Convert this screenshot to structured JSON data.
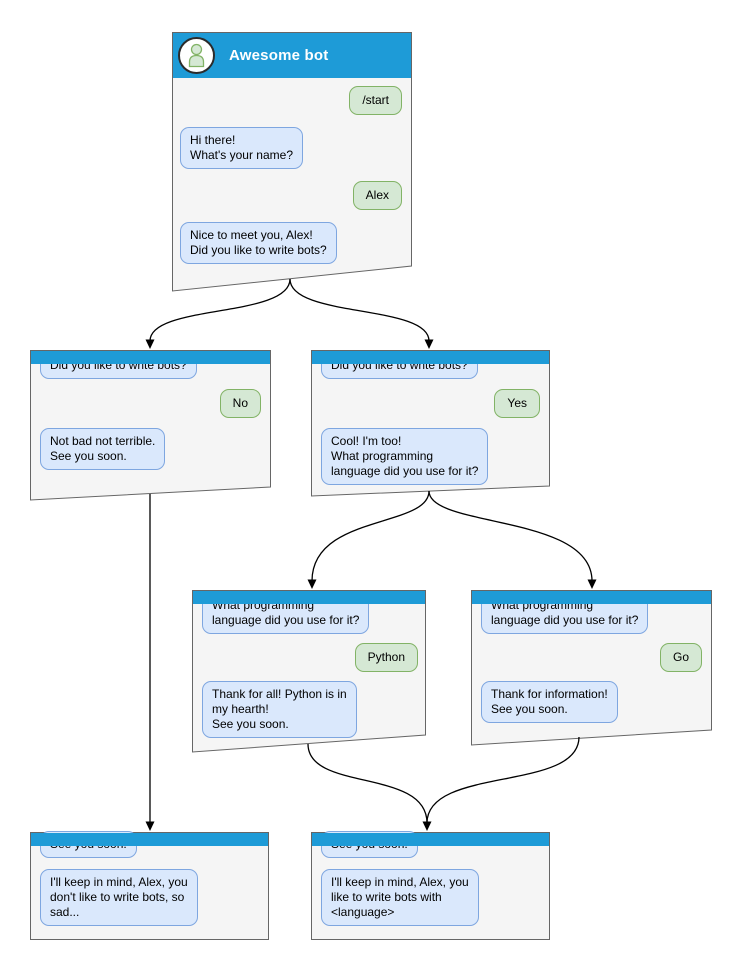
{
  "diagram": {
    "type": "chatbot-dialog-flowchart",
    "colors": {
      "titlebar_blue": "#1E9BD7",
      "window_fill": "#F5F5F5",
      "window_border": "#666666",
      "bot_bubble_fill": "#DAE8FC",
      "bot_bubble_border": "#7EA6E0",
      "user_bubble_fill": "#D5E8D4",
      "user_bubble_border": "#82B366",
      "connector": "#000000",
      "avatar_bg": "#FFFFFF",
      "avatar_person_fill": "#D5E8D4",
      "avatar_person_stroke": "#82B366"
    }
  },
  "windows": [
    {
      "id": "awesome-bot",
      "title": "Awesome bot",
      "avatar_icon": "person-icon",
      "messages": [
        {
          "role": "user",
          "text": "/start"
        },
        {
          "role": "bot",
          "text": "Hi there!\nWhat's your name?"
        },
        {
          "role": "user",
          "text": "Alex"
        },
        {
          "role": "bot",
          "text": "Nice to meet you, Alex!\nDid you like to write bots?"
        }
      ]
    },
    {
      "id": "branch-no",
      "messages": [
        {
          "role": "bot",
          "text": "Did you like to write bots?"
        },
        {
          "role": "user",
          "text": "No"
        },
        {
          "role": "bot",
          "text": "Not bad not terrible.\nSee you soon."
        }
      ]
    },
    {
      "id": "branch-yes",
      "messages": [
        {
          "role": "bot",
          "text": "Did you like to write bots?"
        },
        {
          "role": "user",
          "text": "Yes"
        },
        {
          "role": "bot",
          "text": "Cool! I'm too!\nWhat programming\nlanguage did you use for it?"
        }
      ]
    },
    {
      "id": "branch-python",
      "messages": [
        {
          "role": "bot",
          "text": "What programming\nlanguage did you use for it?"
        },
        {
          "role": "user",
          "text": "Python"
        },
        {
          "role": "bot",
          "text": "Thank for all! Python is in\nmy hearth!\nSee you soon."
        }
      ]
    },
    {
      "id": "branch-go",
      "messages": [
        {
          "role": "bot",
          "text": "What programming\nlanguage did you use for it?"
        },
        {
          "role": "user",
          "text": "Go"
        },
        {
          "role": "bot",
          "text": "Thank for information!\nSee you soon."
        }
      ]
    },
    {
      "id": "end-sad",
      "messages": [
        {
          "role": "bot",
          "text": "See you soon."
        },
        {
          "role": "bot",
          "text": "I'll keep in mind, Alex, you\ndon't like to write bots, so\nsad..."
        }
      ]
    },
    {
      "id": "end-language",
      "messages": [
        {
          "role": "bot",
          "text": "See you soon."
        },
        {
          "role": "bot",
          "text": "I'll keep in mind, Alex, you\nlike to write bots with\n<language>"
        }
      ]
    }
  ],
  "connections": [
    {
      "from": "awesome-bot",
      "to": "branch-no"
    },
    {
      "from": "awesome-bot",
      "to": "branch-yes"
    },
    {
      "from": "branch-no",
      "to": "end-sad"
    },
    {
      "from": "branch-yes",
      "to": "branch-python"
    },
    {
      "from": "branch-yes",
      "to": "branch-go"
    },
    {
      "from": "branch-python",
      "to": "end-language"
    },
    {
      "from": "branch-go",
      "to": "end-language"
    }
  ]
}
